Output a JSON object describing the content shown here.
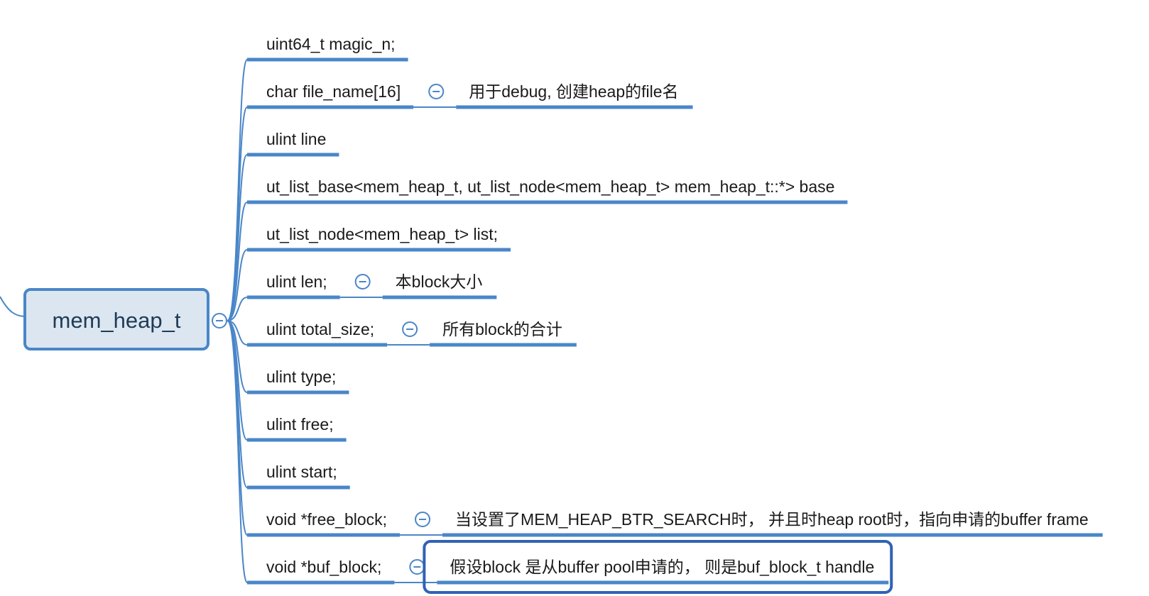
{
  "root": {
    "label": "mem_heap_t",
    "fill": "#dce6f1",
    "border": "#4a86c8"
  },
  "accent_color": "#4a86c8",
  "highlight_color": "#2f62b5",
  "fields": [
    {
      "label": "uint64_t magic_n;"
    },
    {
      "label": "char file_name[16]",
      "note": "用于debug, 创建heap的file名"
    },
    {
      "label": "ulint line"
    },
    {
      "label": "ut_list_base<mem_heap_t, ut_list_node<mem_heap_t> mem_heap_t::*> base"
    },
    {
      "label": "ut_list_node<mem_heap_t> list;"
    },
    {
      "label": "ulint len;",
      "note": "本block大小"
    },
    {
      "label": "ulint total_size;",
      "note": "所有block的合计"
    },
    {
      "label": "ulint type;"
    },
    {
      "label": "ulint free;"
    },
    {
      "label": "ulint start;"
    },
    {
      "label": "void *free_block;",
      "note": "当设置了MEM_HEAP_BTR_SEARCH时， 并且时heap root时，指向申请的buffer frame"
    },
    {
      "label": "void *buf_block;",
      "note": "假设block 是从buffer pool申请的， 则是buf_block_t handle",
      "highlighted": true
    }
  ],
  "icons": {
    "collapse": "collapse-minus-icon"
  }
}
